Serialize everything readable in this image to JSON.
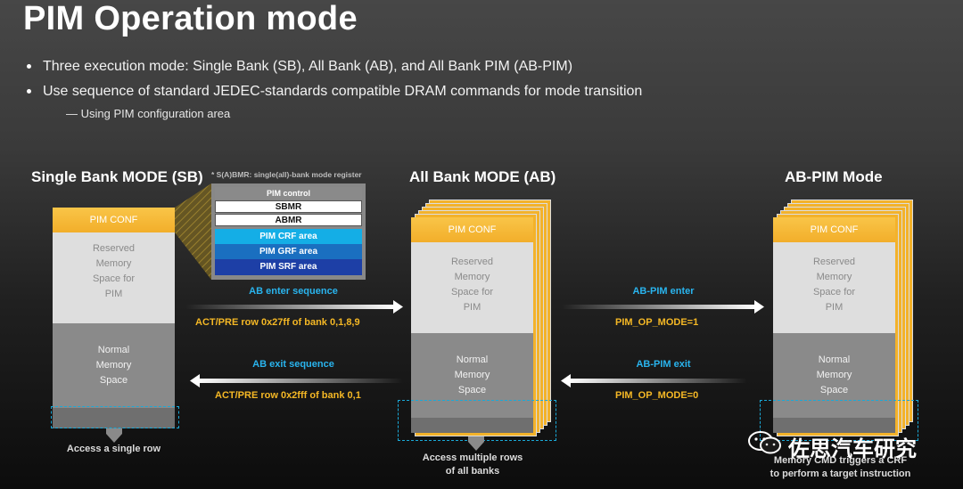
{
  "title": "PIM Operation mode",
  "bullets": [
    "Three execution mode: Single Bank (SB), All Bank (AB), and All Bank PIM (AB-PIM)",
    "Use sequence of standard JEDEC-standards compatible DRAM commands for mode transition"
  ],
  "sub_bullet": "Using PIM configuration area",
  "modes": {
    "sb": "Single Bank MODE (SB)",
    "ab": "All Bank MODE (AB)",
    "abpim": "AB-PIM Mode"
  },
  "blocks": {
    "pim_conf": "PIM CONF",
    "reserved": [
      "Reserved",
      "Memory",
      "Space for",
      "PIM"
    ],
    "normal": [
      "Normal",
      "Memory",
      "Space"
    ]
  },
  "register": {
    "note": "* S(A)BMR: single(all)-bank mode register",
    "control": "PIM control",
    "sbmr": "SBMR",
    "abmr": "ABMR",
    "crf": "PIM CRF area",
    "grf": "PIM GRF area",
    "srf": "PIM SRF area"
  },
  "transitions": {
    "ab_enter": "AB enter sequence",
    "ab_enter_cmd": "ACT/PRE row 0x27ff of bank 0,1,8,9",
    "ab_exit": "AB exit sequence",
    "ab_exit_cmd": "ACT/PRE row 0x2fff of bank 0,1",
    "abpim_enter": "AB-PIM enter",
    "abpim_enter_cmd": "PIM_OP_MODE=1",
    "abpim_exit": "AB-PIM exit",
    "abpim_exit_cmd": "PIM_OP_MODE=0"
  },
  "captions": {
    "sb": "Access a single row",
    "ab": [
      "Access multiple rows",
      "of all banks"
    ],
    "abpim": [
      "Memory CMD triggers a CRF",
      "to perform a target instruction"
    ]
  },
  "watermark": "佐思汽车研究",
  "colors": {
    "pim_conf": "#f5b625",
    "crf": "#14aee6",
    "grf": "#1a6fc0",
    "srf": "#1d3fa6",
    "accent_blue": "#29b4ee",
    "accent_orange": "#f5b825"
  }
}
